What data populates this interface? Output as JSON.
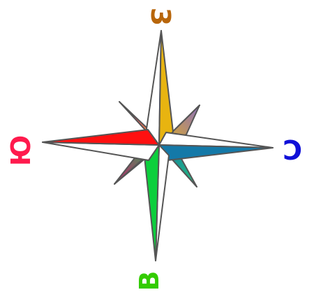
{
  "compass": {
    "labels": {
      "north": {
        "text": "3",
        "color": "#b8660b"
      },
      "east": {
        "text": "C",
        "color": "#1010d8"
      },
      "south": {
        "text": "B",
        "color": "#33cc00"
      },
      "west": {
        "text": "Ю",
        "color": "#ff1a4d"
      }
    },
    "colors": {
      "north": "#e8b410",
      "east": "#1479a8",
      "south": "#0ccf3c",
      "west": "#ff1010",
      "outline": "#555555"
    }
  }
}
